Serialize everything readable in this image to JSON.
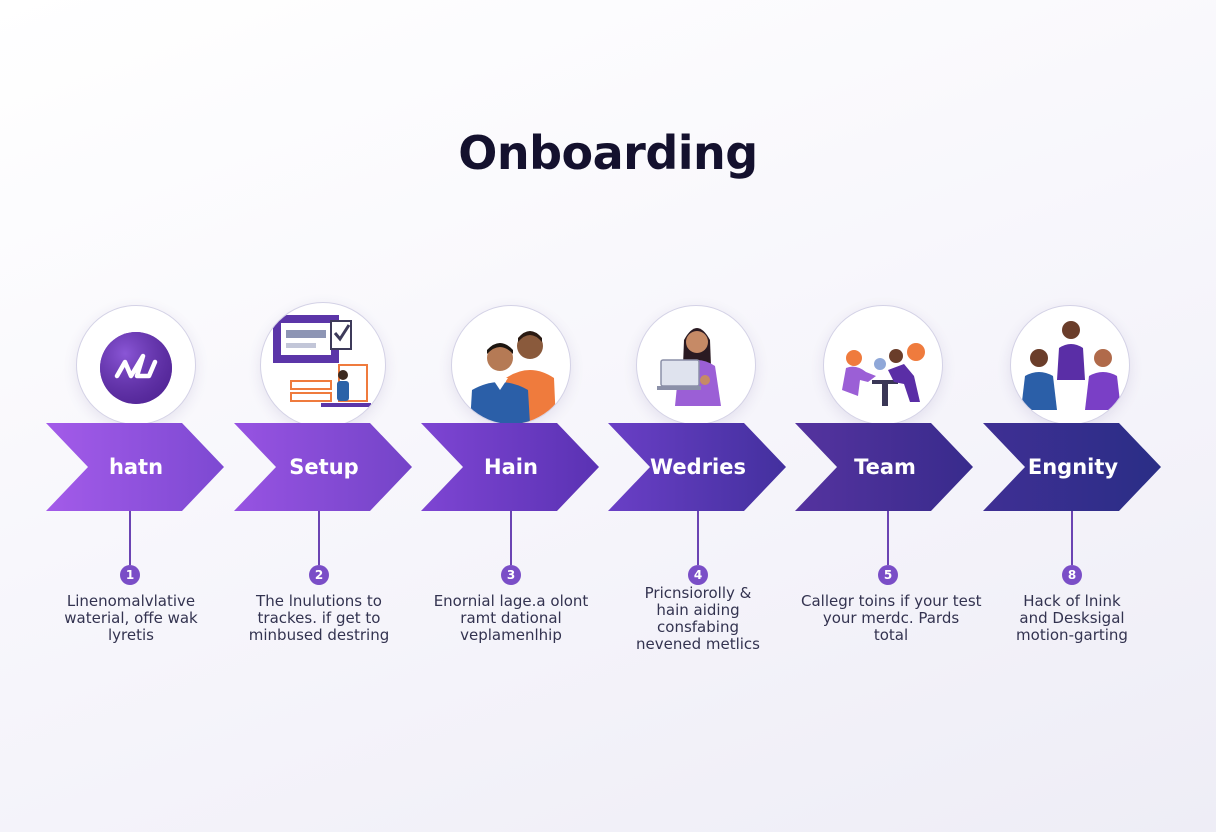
{
  "title": "Onboarding",
  "colors": {
    "title": "#14112e",
    "accent": "#7a4ec7",
    "chevron_start": "#a259e8",
    "chevron_end": "#1f2a80"
  },
  "steps": [
    {
      "label": "hatn",
      "number": "1",
      "icon": "logo-badge-icon",
      "desc": [
        "Linenomalvlative",
        "waterial, offe wak",
        "lyretis"
      ]
    },
    {
      "label": "Setup",
      "number": "2",
      "icon": "workstation-illustration",
      "desc": [
        "The lnulutions to",
        "trackes. if get to",
        "minbused destring"
      ]
    },
    {
      "label": "Hain",
      "number": "3",
      "icon": "two-people-illustration",
      "desc": [
        "Enornial lage.a olont",
        "ramt dational",
        "veplamenlhip"
      ]
    },
    {
      "label": "Wedries",
      "number": "4",
      "icon": "person-laptop-illustration",
      "desc": [
        "Pricnsiorolly &",
        "hain aiding",
        "consfabing",
        "nevened metlics"
      ]
    },
    {
      "label": "Team",
      "number": "5",
      "icon": "team-meeting-illustration",
      "desc": [
        "Callegr toins if your test",
        "your merdc. Pards",
        "total"
      ]
    },
    {
      "label": "Engnity",
      "number": "8",
      "icon": "three-people-illustration",
      "desc": [
        "Hack of lnink",
        "and Desksigal",
        "motion-garting"
      ]
    }
  ]
}
